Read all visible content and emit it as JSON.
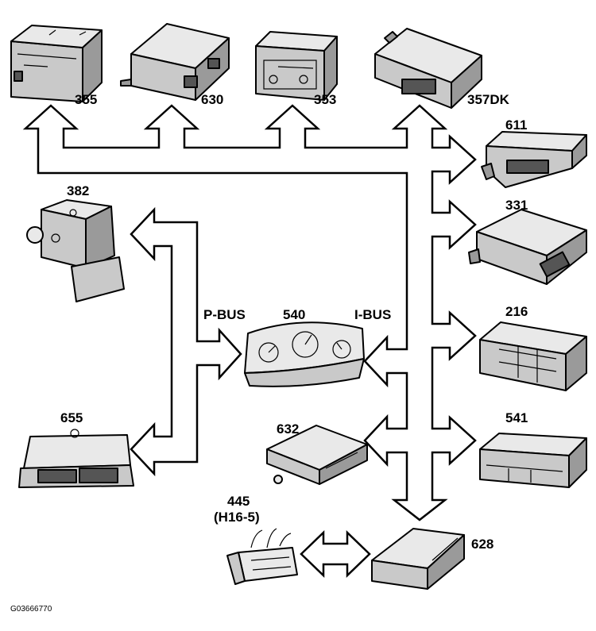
{
  "diagram": {
    "figure_id": "G03666770",
    "bus_labels": {
      "p_bus": "P-BUS",
      "i_bus": "I-BUS"
    },
    "modules": {
      "m355": "355",
      "m630": "630",
      "m353": "353",
      "m357dk": "357DK",
      "m611": "611",
      "m331": "331",
      "m382": "382",
      "m540": "540",
      "m216": "216",
      "m655": "655",
      "m632": "632",
      "m541": "541",
      "m445": "445",
      "m445_sub": "(H16-5)",
      "m628": "628"
    }
  }
}
